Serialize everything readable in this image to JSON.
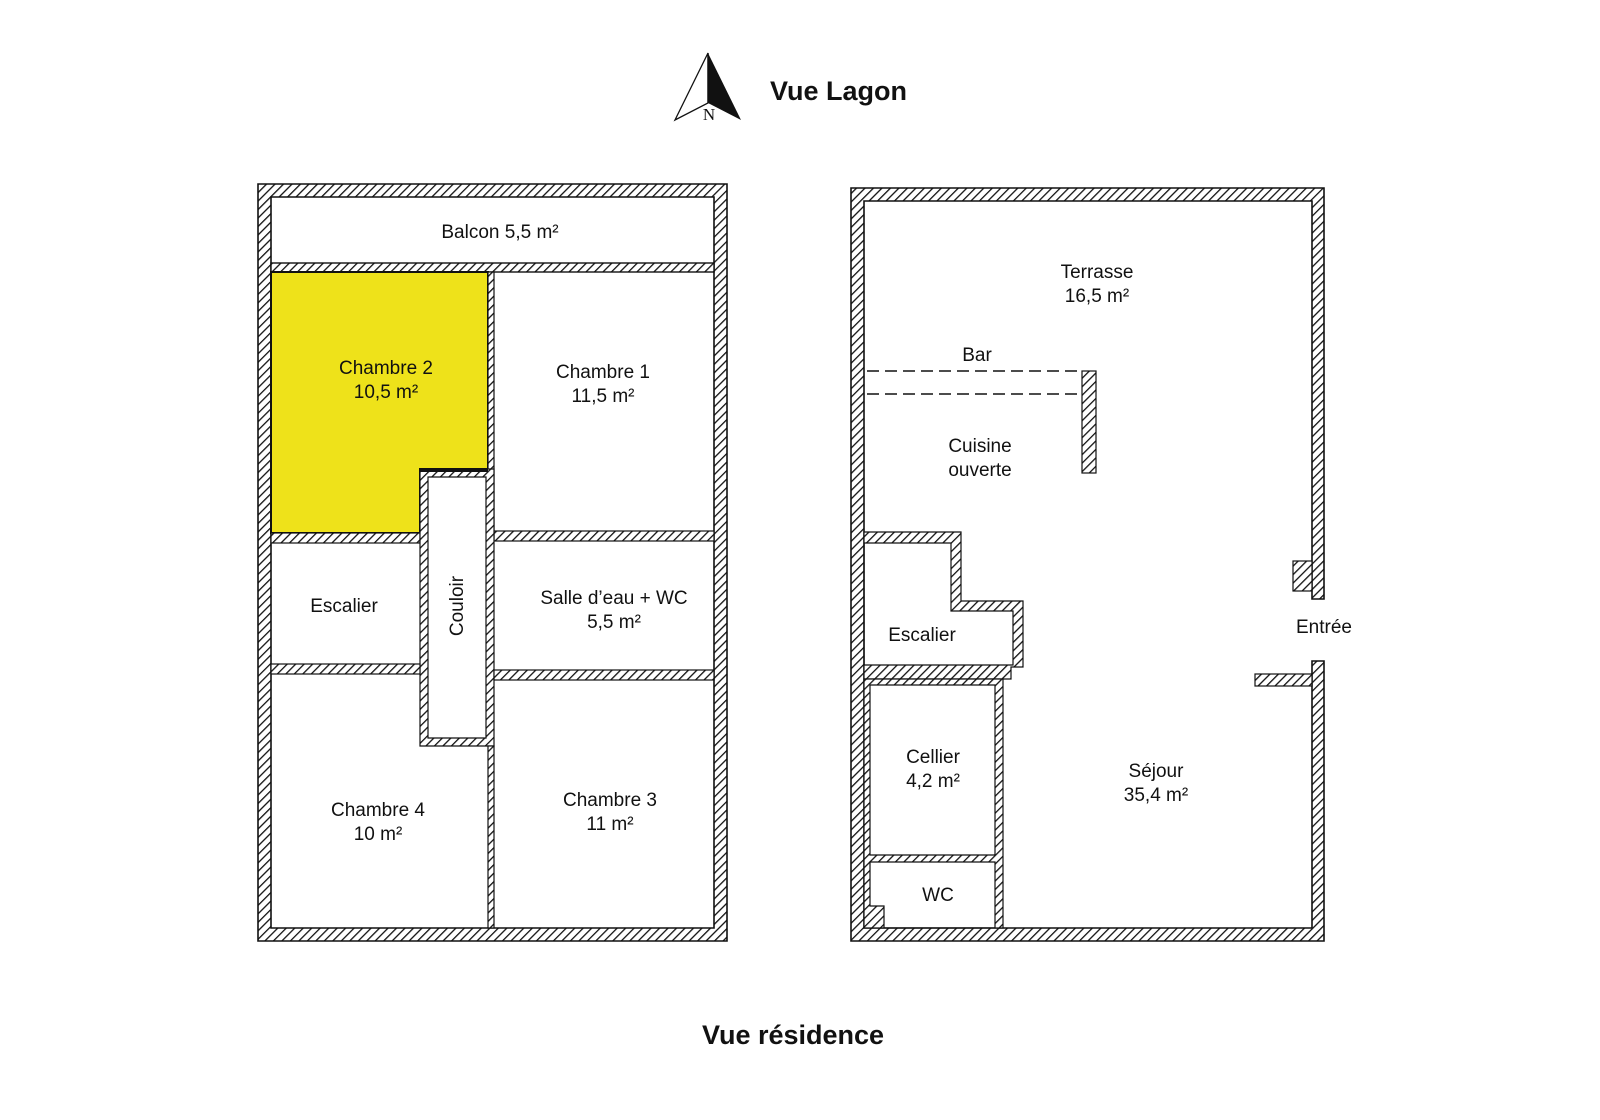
{
  "titles": {
    "top": "Vue Lagon",
    "bottom": "Vue résidence"
  },
  "compass": {
    "letter": "N",
    "icon": "north-arrow-icon"
  },
  "colors": {
    "highlight": "#eee21a",
    "wall": "#111111"
  },
  "upper_floor": {
    "balcon": {
      "name": "Balcon 5,5 m²"
    },
    "chambre2": {
      "name": "Chambre 2",
      "area": "10,5 m²",
      "highlighted": true
    },
    "chambre1": {
      "name": "Chambre 1",
      "area": "11,5 m²"
    },
    "escalier": {
      "name": "Escalier"
    },
    "couloir": {
      "name": "Couloir"
    },
    "salle_eau": {
      "name": "Salle d’eau + WC",
      "area": "5,5 m²"
    },
    "chambre4": {
      "name": "Chambre 4",
      "area": "10 m²"
    },
    "chambre3": {
      "name": "Chambre 3",
      "area": "11 m²"
    }
  },
  "ground_floor": {
    "terrasse": {
      "name": "Terrasse",
      "area": "16,5 m²"
    },
    "bar": {
      "name": "Bar"
    },
    "cuisine": {
      "line1": "Cuisine",
      "line2": "ouverte"
    },
    "escalier": {
      "name": "Escalier"
    },
    "entree": {
      "name": "Entrée"
    },
    "cellier": {
      "name": "Cellier",
      "area": "4,2 m²"
    },
    "sejour": {
      "name": "Séjour",
      "area": "35,4 m²"
    },
    "wc": {
      "name": "WC"
    }
  }
}
